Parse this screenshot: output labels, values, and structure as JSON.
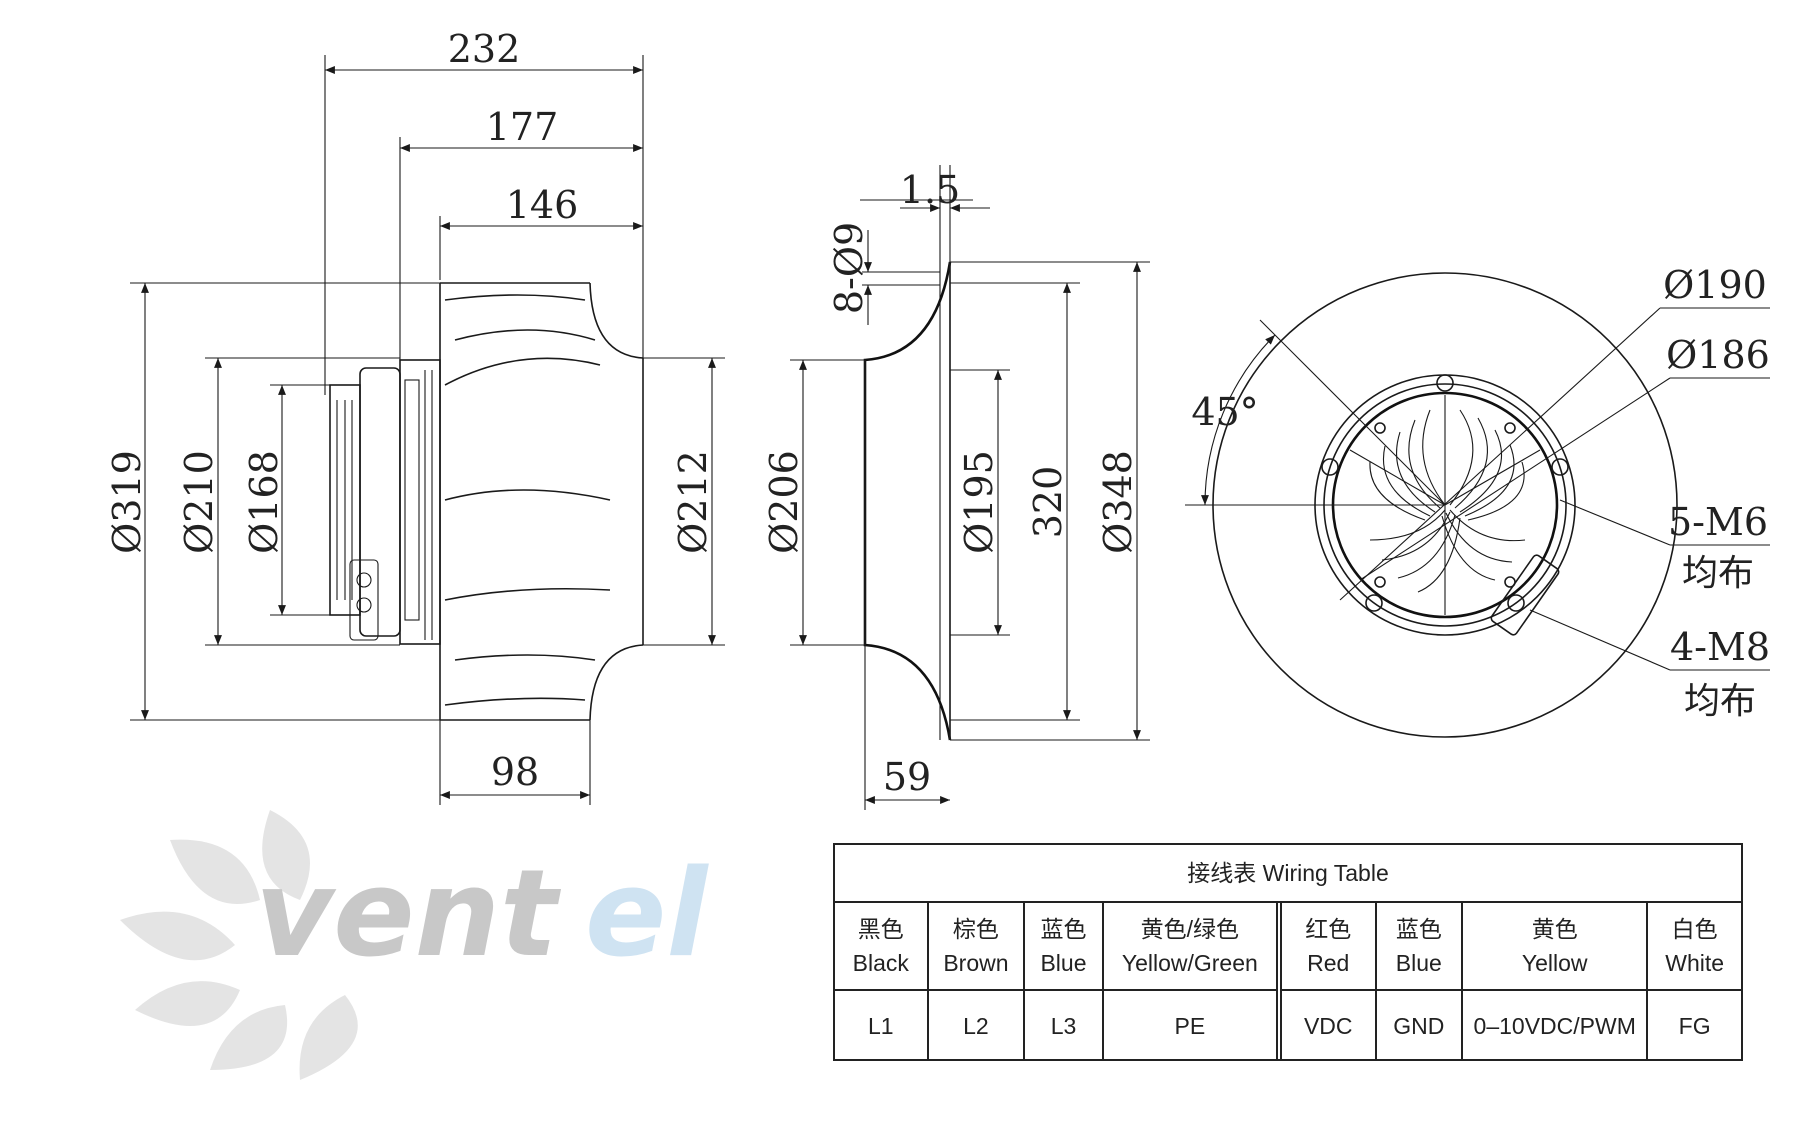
{
  "dimensions": {
    "side_view": {
      "width_total": "232",
      "width_177": "177",
      "width_146": "146",
      "width_98": "98",
      "dia_319": "Ø319",
      "dia_210": "Ø210",
      "dia_168": "Ø168",
      "dia_212": "Ø212"
    },
    "inlet_ring": {
      "thickness": "1.5",
      "holes": "8-Ø9",
      "dia_206": "Ø206",
      "dia_195": "Ø195",
      "dist_320": "320",
      "dia_348": "Ø348",
      "depth_59": "59"
    },
    "front_view": {
      "angle": "45°",
      "dia_190": "Ø190",
      "dia_186": "Ø186",
      "thread_m6": "5-M6",
      "thread_m6_note": "均布",
      "thread_m8": "4-M8",
      "thread_m8_note": "均布"
    }
  },
  "logo": {
    "part1": "vent",
    "part2": "el",
    "color1": "#c8c8c8",
    "color2": "#cfe3f2"
  },
  "wiring_table": {
    "title": "接线表   Wiring Table",
    "columns": [
      {
        "cn": "黑色",
        "en": "Black",
        "value": "L1"
      },
      {
        "cn": "棕色",
        "en": "Brown",
        "value": "L2"
      },
      {
        "cn": "蓝色",
        "en": "Blue",
        "value": "L3"
      },
      {
        "cn": "黄色/绿色",
        "en": "Yellow/Green",
        "value": "PE"
      },
      {
        "cn": "红色",
        "en": "Red",
        "value": "VDC"
      },
      {
        "cn": "蓝色",
        "en": "Blue",
        "value": "GND"
      },
      {
        "cn": "黄色",
        "en": "Yellow",
        "value": "0–10VDC/PWM"
      },
      {
        "cn": "白色",
        "en": "White",
        "value": "FG"
      }
    ]
  }
}
